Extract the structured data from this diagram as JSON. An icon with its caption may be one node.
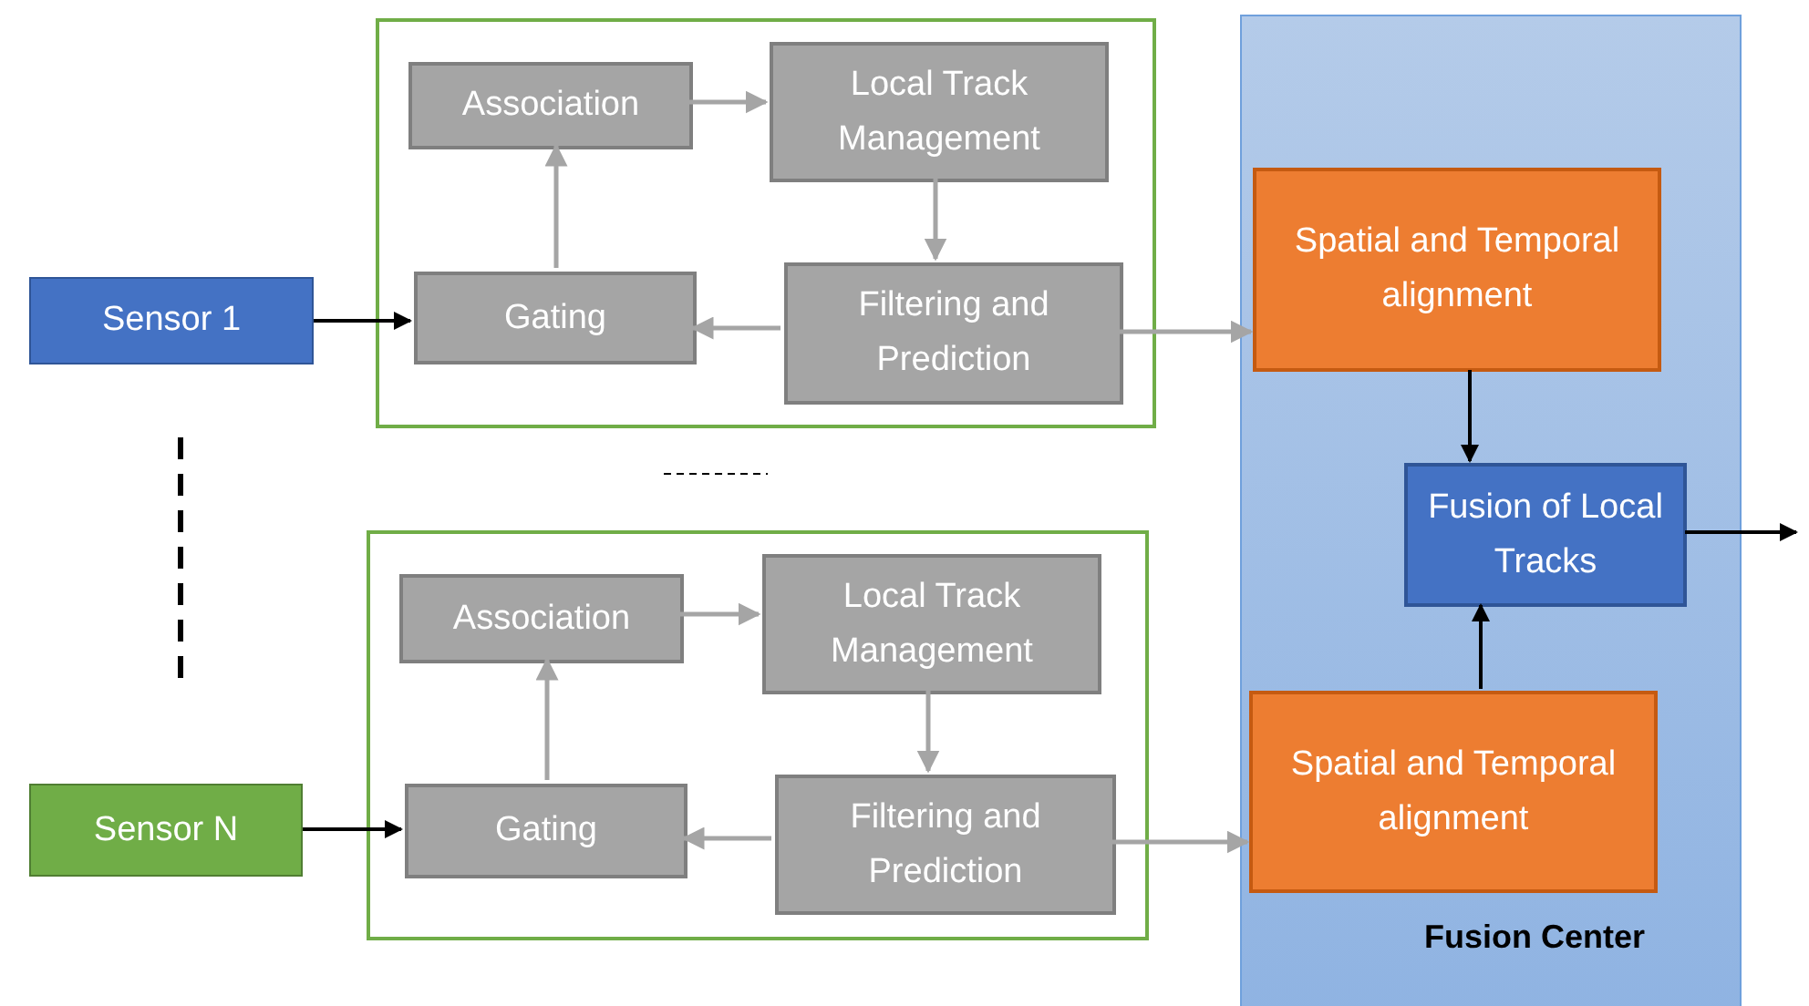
{
  "diagram": {
    "nodes": [
      {
        "text": [
          "Sensor 1"
        ]
      },
      {
        "text": [],
        "shape": "box"
      },
      {
        "text": [
          "Association"
        ],
        "in": 1
      },
      {
        "text": [
          "Local Track Management"
        ],
        "in": 1
      },
      {
        "text": [
          "Gating"
        ],
        "in": 1
      },
      {
        "text": [
          "Filtering and Prediction"
        ],
        "in": 1
      },
      {
        "text": [
          "Sensor N"
        ]
      },
      {
        "text": [],
        "shape": "box"
      },
      {
        "text": [
          "Association"
        ],
        "in": 7
      },
      {
        "text": [
          "Local Track Management"
        ],
        "in": 7
      },
      {
        "text": [
          "Gating"
        ],
        "in": 7
      },
      {
        "text": [
          "Filtering and Prediction"
        ],
        "in": 7
      },
      {
        "text": [
          "Fusion Center"
        ]
      },
      {
        "text": [
          "Spatial and Temporal alignment"
        ],
        "in": 12
      },
      {
        "text": [
          "Fusion of Local Tracks"
        ],
        "in": 12
      },
      {
        "text": [
          "Spatial and Temporal alignment"
        ],
        "in": 12
      }
    ],
    "edges": [
      {
        "from": 0,
        "to": 4,
        "arrow": "to",
        "color": "#000000"
      },
      {
        "from": 2,
        "to": 3,
        "arrow": "to"
      },
      {
        "from": 3,
        "to": 5,
        "arrow": "to"
      },
      {
        "from": 5,
        "to": 4,
        "arrow": "to"
      },
      {
        "from": 4,
        "to": 2,
        "arrow": "to"
      },
      {
        "from": 5,
        "to": 13,
        "arrow": "to"
      },
      {
        "from": 6,
        "to": 10,
        "arrow": "to",
        "color": "#000000"
      },
      {
        "from": 8,
        "to": 9,
        "arrow": "to"
      },
      {
        "from": 9,
        "to": 11,
        "arrow": "to"
      },
      {
        "from": 11,
        "to": 10,
        "arrow": "to"
      },
      {
        "from": 10,
        "to": 8,
        "arrow": "to"
      },
      {
        "from": 11,
        "to": 15,
        "arrow": "to"
      },
      {
        "from": 13,
        "to": 14,
        "arrow": "to",
        "color": "#000000"
      },
      {
        "from": 15,
        "to": 14,
        "arrow": "to",
        "color": "#000000"
      },
      {
        "from": 14,
        "to": null,
        "arrow": "to",
        "color": "#000000"
      }
    ]
  }
}
